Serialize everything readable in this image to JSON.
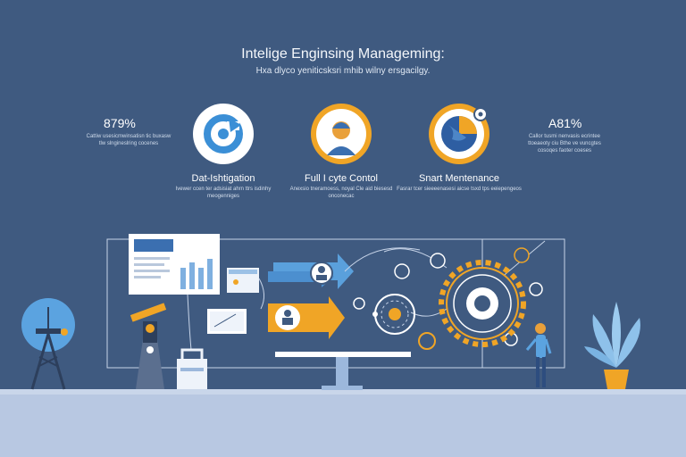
{
  "header": {
    "title": "Intelige Enginsing Manageming:",
    "subtitle": "Hxa dlyco yeniticsksri mhib wilny ersgacilgy."
  },
  "stats": [
    {
      "value": "879%",
      "description": "Cattiw usesicmwinsatisn tic buxasw tlw slngineslring cocenes"
    },
    {
      "value": "A81%",
      "description": "Callor tusmi nenvasis ecrintee ttoeaeoty ciu Bthe ve vuncgtes cosoqes faoter coeses"
    }
  ],
  "features": [
    {
      "title": "Dat-Ishtigation",
      "description": "Ivewer ccen ter adsisiat ahrn ttrs isdinhy meogenniges",
      "icon": "refresh-arrow-icon",
      "color": "#3b8fd6"
    },
    {
      "title": "Full I cyte Contol",
      "description": "Anexsio tneramoess, noyal Cle aid biesesd onconecac",
      "icon": "engineer-avatar-icon",
      "color": "#f0a526"
    },
    {
      "title": "Snart Mentenance",
      "description": "Fasrar tcer sieeeenasesi aicse tsxd tps eeiepengeos",
      "icon": "globe-gear-icon",
      "color": "#f0a526"
    }
  ],
  "colors": {
    "background": "#3f5a80",
    "accent_orange": "#f0a526",
    "accent_blue": "#3b8fd6",
    "floor": "#b8c8e2"
  }
}
